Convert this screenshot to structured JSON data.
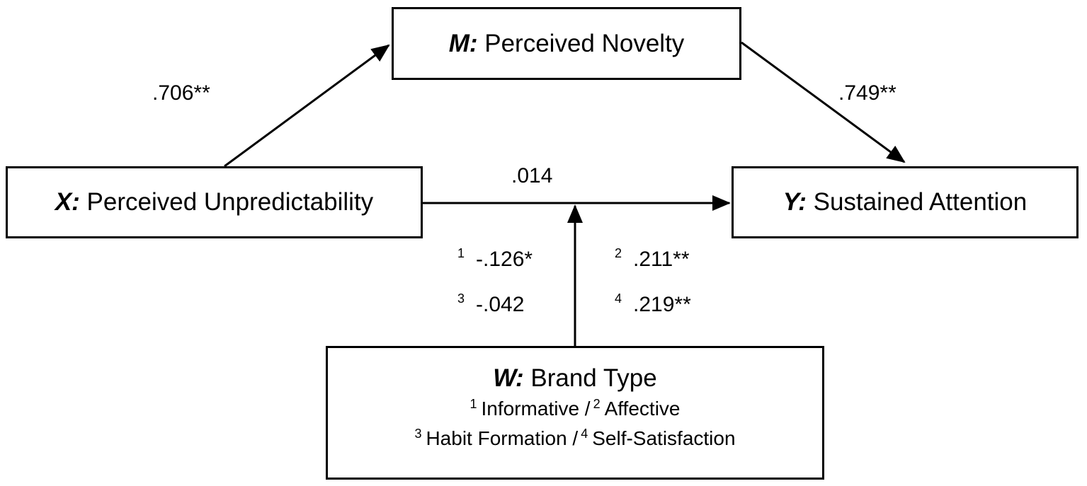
{
  "nodes": {
    "mediator": {
      "prefix": "M:",
      "label": "Perceived Novelty"
    },
    "predictor": {
      "prefix": "X:",
      "label": "Perceived Unpredictability"
    },
    "outcome": {
      "prefix": "Y:",
      "label": "Sustained Attention"
    },
    "moderator": {
      "prefix": "W:",
      "label": "Brand Type",
      "line1": {
        "mark1": "1",
        "text1": "Informative /",
        "mark2": "2",
        "text2": "Affective"
      },
      "line2": {
        "mark1": "3",
        "text1": "Habit Formation /",
        "mark2": "4",
        "text2": "Self-Satisfaction"
      }
    }
  },
  "paths": {
    "x_to_m": ".706**",
    "m_to_y": ".749**",
    "x_to_y": ".014"
  },
  "moderation": [
    {
      "mark": "1",
      "value": "-.126*"
    },
    {
      "mark": "2",
      "value": ".211**"
    },
    {
      "mark": "3",
      "value": "-.042"
    },
    {
      "mark": "4",
      "value": ".219**"
    }
  ]
}
